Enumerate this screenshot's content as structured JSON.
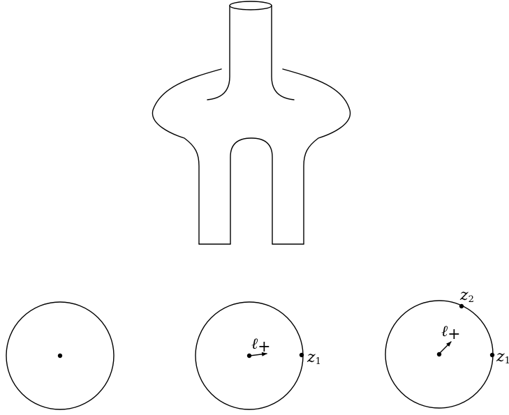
{
  "figure": {
    "surface": {
      "component": "pair-of-pants-with-handle"
    },
    "disks": [
      {
        "id": "disk-1",
        "center_point": true,
        "marked_points": [],
        "arrow": null
      },
      {
        "id": "disk-2",
        "center_point": true,
        "marked_points": [
          {
            "letter": "z",
            "index": "1"
          }
        ],
        "arrow": {
          "letter": "ℓ",
          "index": "+"
        }
      },
      {
        "id": "disk-3",
        "center_point": true,
        "marked_points": [
          {
            "letter": "z",
            "index": "2"
          },
          {
            "letter": "z",
            "index": "1"
          }
        ],
        "arrow": {
          "letter": "ℓ",
          "index": "+"
        }
      }
    ]
  }
}
